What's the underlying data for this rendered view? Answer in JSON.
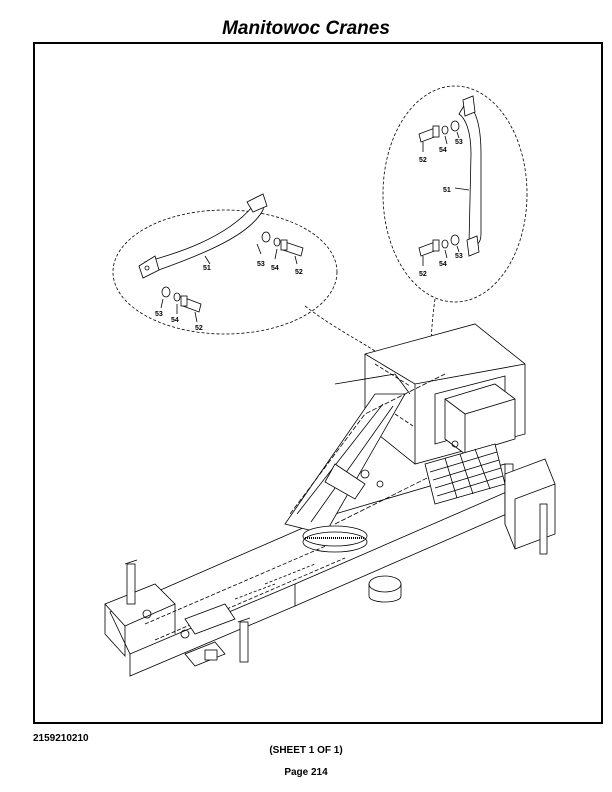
{
  "header": {
    "title": "Manitowoc Cranes"
  },
  "callouts_left": {
    "c51": "51",
    "c53a": "53",
    "c54a": "54",
    "c52a": "52",
    "c53b": "53",
    "c54b": "54",
    "c52b": "52"
  },
  "callouts_right": {
    "c52a": "52",
    "c54a": "54",
    "c53a": "53",
    "c51": "51",
    "c52b": "52",
    "c54b": "54",
    "c53b": "53"
  },
  "footer": {
    "drawing_number": "2159210210",
    "sheet": "(SHEET 1 OF 1)",
    "page": "Page 214"
  }
}
